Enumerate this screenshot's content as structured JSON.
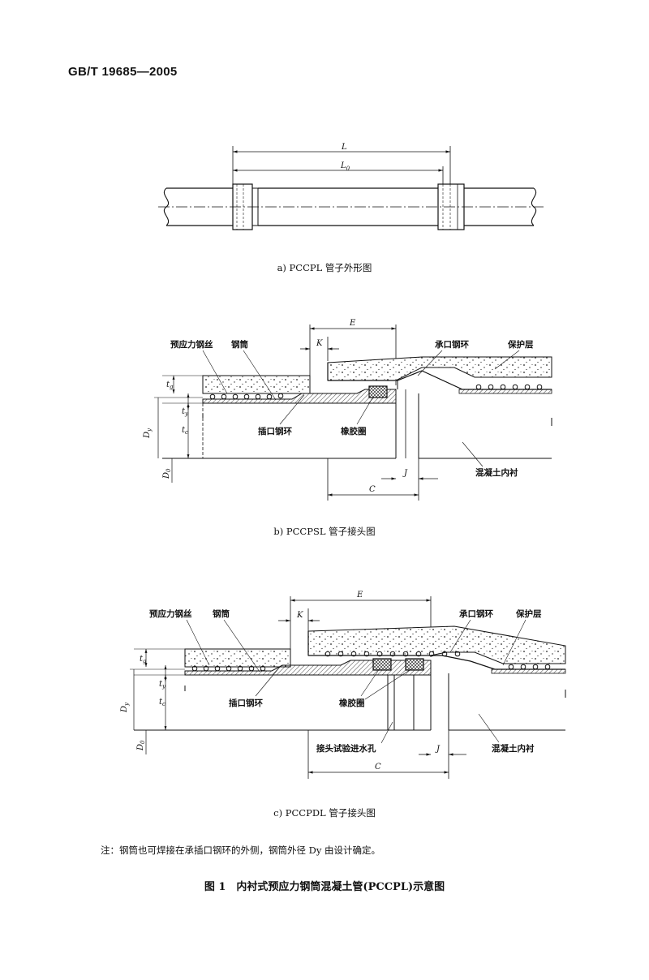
{
  "header": {
    "standard_number": "GB/T 19685—2005"
  },
  "figure_a": {
    "caption": "a) PCCPL 管子外形图",
    "dim_L": "L",
    "dim_L0": "L",
    "dim_L0_sub": "0"
  },
  "figure_b": {
    "caption": "b) PCCPSL 管子接头图",
    "labels": {
      "prestress_wire": "预应力钢丝",
      "steel_cylinder": "钢筒",
      "bell_ring": "承口钢环",
      "protective_layer": "保护层",
      "spigot_ring": "插口钢环",
      "rubber_ring": "橡胶圈",
      "concrete_lining": "混凝土内衬"
    },
    "dims": {
      "E": "E",
      "K": "K",
      "J": "J",
      "C": "C",
      "Dy": "D",
      "Dy_sub": "y",
      "D0": "D",
      "D0_sub": "0",
      "tg": "t",
      "tg_sub": "g",
      "ty": "t",
      "ty_sub": "y",
      "tc": "t",
      "tc_sub": "c"
    }
  },
  "figure_c": {
    "caption": "c) PCCPDL 管子接头图",
    "labels": {
      "prestress_wire": "预应力钢丝",
      "steel_cylinder": "钢筒",
      "bell_ring": "承口钢环",
      "protective_layer": "保护层",
      "spigot_ring": "插口钢环",
      "rubber_ring": "橡胶圈",
      "test_hole": "接头试验进水孔",
      "concrete_lining": "混凝土内衬"
    },
    "dims": {
      "E": "E",
      "K": "K",
      "J": "J",
      "C": "C",
      "Dy": "D",
      "Dy_sub": "y",
      "D0": "D",
      "D0_sub": "0",
      "tg": "t",
      "tg_sub": "g",
      "ty": "t",
      "ty_sub": "y",
      "tc": "t",
      "tc_sub": "c"
    }
  },
  "note": "注：钢筒也可焊接在承插口钢环的外侧，钢筒外径 Dy 由设计确定。",
  "figure_title": "图 1　内衬式预应力钢筒混凝土管(PCCPL)示意图"
}
